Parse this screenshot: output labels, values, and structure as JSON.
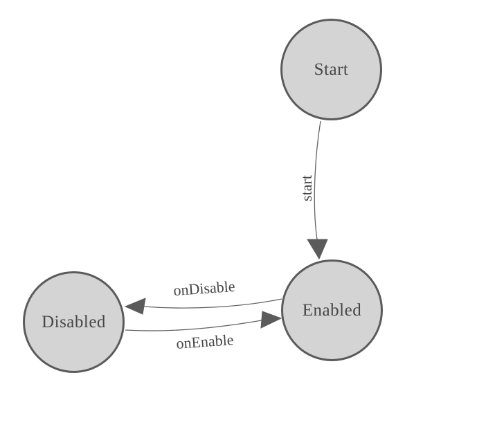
{
  "diagram": {
    "type": "state-machine",
    "nodes": [
      {
        "id": "start",
        "label": "Start"
      },
      {
        "id": "enabled",
        "label": "Enabled"
      },
      {
        "id": "disabled",
        "label": "Disabled"
      }
    ],
    "edges": [
      {
        "id": "start-to-enabled",
        "label": "start",
        "from": "Start",
        "to": "Enabled"
      },
      {
        "id": "enabled-to-disabled",
        "label": "onDisable",
        "from": "Enabled",
        "to": "Disabled"
      },
      {
        "id": "disabled-to-enabled",
        "label": "onEnable",
        "from": "Disabled",
        "to": "Enabled"
      }
    ],
    "colors": {
      "node_fill": "#d4d4d4",
      "node_border": "#5b5b5b",
      "edge_line": "#636363",
      "arrow": "#5b5b5b",
      "label_text": "#474747",
      "background": "#ffffff"
    }
  }
}
